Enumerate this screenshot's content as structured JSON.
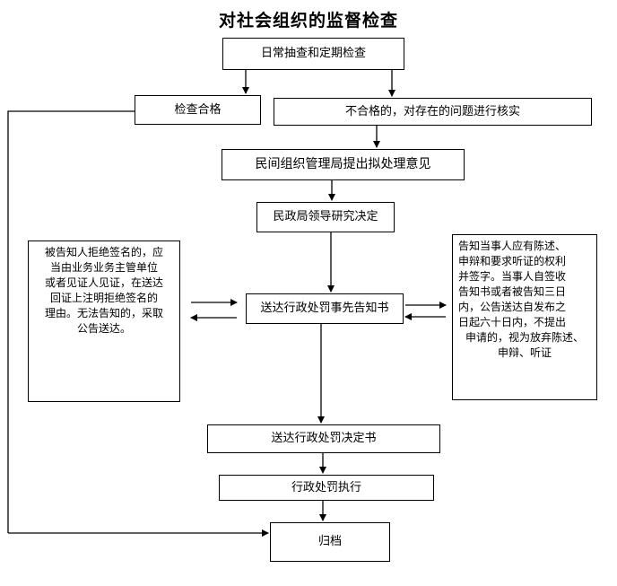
{
  "title": "对社会组织的监督检查",
  "nodes": {
    "routine_check": "日常抽查和定期检查",
    "qualified": "检查合格",
    "unqualified": "不合格的，对存在的问题进行核实",
    "bureau_opinion": "民间组织管理局提出拟处理意见",
    "leader_decision": "民政局领导研究决定",
    "advance_notice": "送达行政处罚事先告知书",
    "decision_letter": "送达行政处罚决定书",
    "execution": "行政处罚执行",
    "archive": "归档"
  },
  "left_note": {
    "lines": [
      "被告知人拒绝签名的，应",
      "当由业务业务主管单位",
      "或者见证人见证，在送达",
      "回证上注明拒绝签名的",
      "理由。无法告知的，采取",
      "公告送达。"
    ]
  },
  "right_note": {
    "lines": [
      "告知当事人应有陈述、",
      "申辩和要求听证的权利",
      "并签字。当事人自签收",
      "告知书或者被告知三日",
      "内，公告送达自发布之",
      "日起六十日内，不提出",
      "申请的，视为放弃陈述、",
      "申辩、听证"
    ]
  }
}
